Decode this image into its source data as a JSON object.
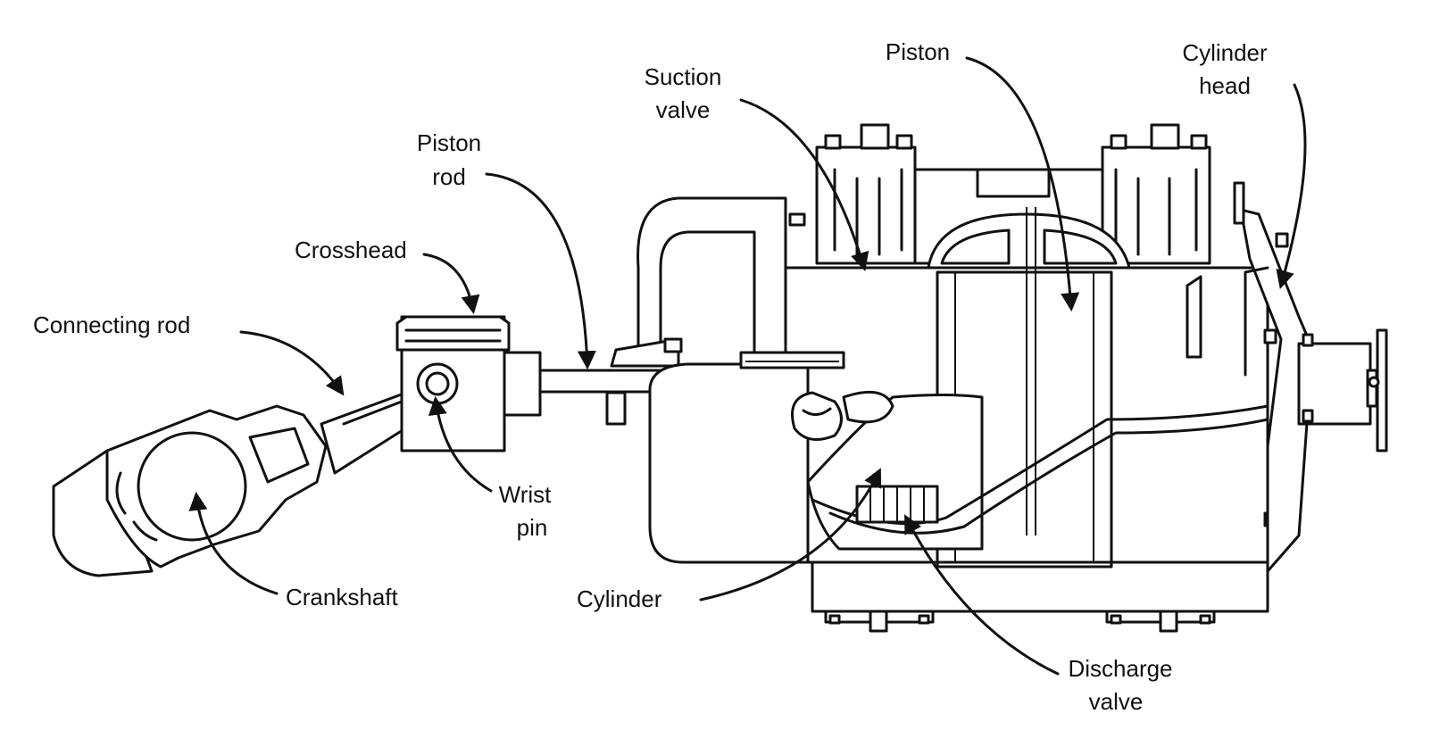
{
  "labels": {
    "connecting_rod": "Connecting rod",
    "crosshead": "Crosshead",
    "piston_rod_1": "Piston",
    "piston_rod_2": "rod",
    "suction_valve_1": "Suction",
    "suction_valve_2": "valve",
    "piston": "Piston",
    "cylinder_head_1": "Cylinder",
    "cylinder_head_2": "head",
    "wrist_pin_1": "Wrist",
    "wrist_pin_2": "pin",
    "crankshaft": "Crankshaft",
    "cylinder": "Cylinder",
    "discharge_valve_1": "Discharge",
    "discharge_valve_2": "valve"
  },
  "colors": {
    "line": "#111111",
    "background": "#ffffff"
  }
}
